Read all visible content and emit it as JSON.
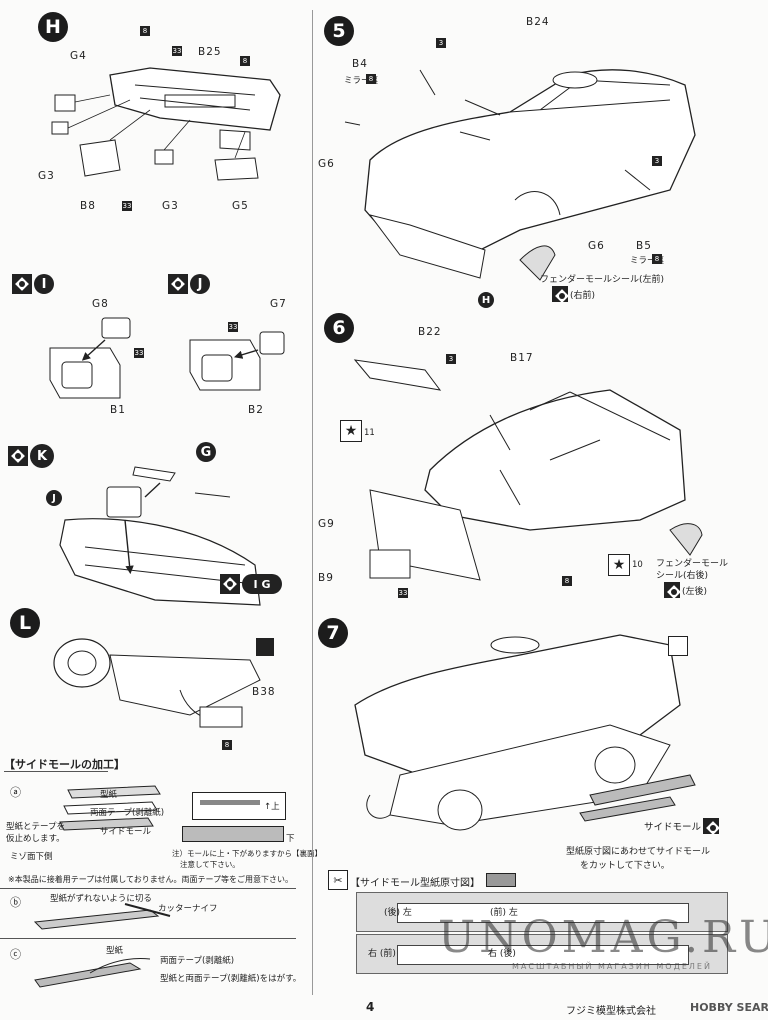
{
  "page_number": "4",
  "footer": {
    "company": "フジミ模型株式会社",
    "site": "HOBBY SEARCH"
  },
  "watermark": {
    "main": "UNOMAG.RU",
    "sub": "МАСШТАБНЫЙ МАГАЗИН МОДЕЛЕЙ"
  },
  "step_H": {
    "label": "H",
    "parts": [
      "G4",
      "8",
      "33",
      "B25",
      "8",
      "G3",
      "B8",
      "33",
      "G3",
      "G5"
    ]
  },
  "step_I": {
    "label": "I",
    "parts": [
      "G8",
      "33",
      "B1"
    ]
  },
  "step_J": {
    "label": "J",
    "parts": [
      "G7",
      "33",
      "B2"
    ]
  },
  "step_K": {
    "label": "K",
    "parts": [
      "G",
      "J"
    ],
    "ref": "I G"
  },
  "step_L": {
    "label": "L",
    "parts": [
      "B38",
      "8"
    ]
  },
  "step_5": {
    "label": "5",
    "parts": [
      "B24",
      "3",
      "B4",
      "8",
      "G6",
      "3",
      "G6",
      "B5",
      "8",
      "H"
    ],
    "mirror_front": "ミラー裏",
    "mirror_back": "ミラー裏",
    "fender_seal": "フェンダーモールシール(左前)",
    "fender_seal_right": "(右前)"
  },
  "step_6": {
    "label": "6",
    "parts": [
      "B22",
      "3",
      "11",
      "B17",
      "G9",
      "B9",
      "33",
      "8",
      "10"
    ],
    "fender_seal": "フェンダーモール",
    "fender_seal2": "シール(右後)",
    "fender_seal_left": "(左後)"
  },
  "step_7": {
    "label": "7",
    "side_mold": "サイドモール",
    "note": "型紙原寸図にあわせてサイドモール",
    "note2": "をカットして下さい。"
  },
  "side_mold_process": {
    "title": "【サイドモールの加工】",
    "a": "ⓐ",
    "a_labels": [
      "型紙",
      "両面テープ(剥離紙)",
      "サイドモール"
    ],
    "a_note1": "型紙とテープを",
    "a_note2": "仮止めします。",
    "a_note3": "ミゾ面下側",
    "a_top": "↑上",
    "a_bottom": "下",
    "a_caution1": "注）モールに上・下がありますから【裏面】",
    "a_caution2": "注意して下さい。",
    "a_caution3": "※本製品に接着用テープは付属しておりません。両面テープ等をご用意下さい。",
    "b": "ⓑ",
    "b_note": "型紙がずれないように切る",
    "b_tool": "カッターナイフ",
    "c": "ⓒ",
    "c_l1": "型紙",
    "c_l2": "両面テープ(剥離紙)",
    "c_l3": "型紙と両面テープ(剥離紙)をはがす。"
  },
  "template": {
    "title": "【サイドモール型紙原寸図】",
    "left_front": "(前) 左",
    "left_back": "(後) 左",
    "right_front": "右 (前)",
    "right_back": "右 (後)"
  }
}
